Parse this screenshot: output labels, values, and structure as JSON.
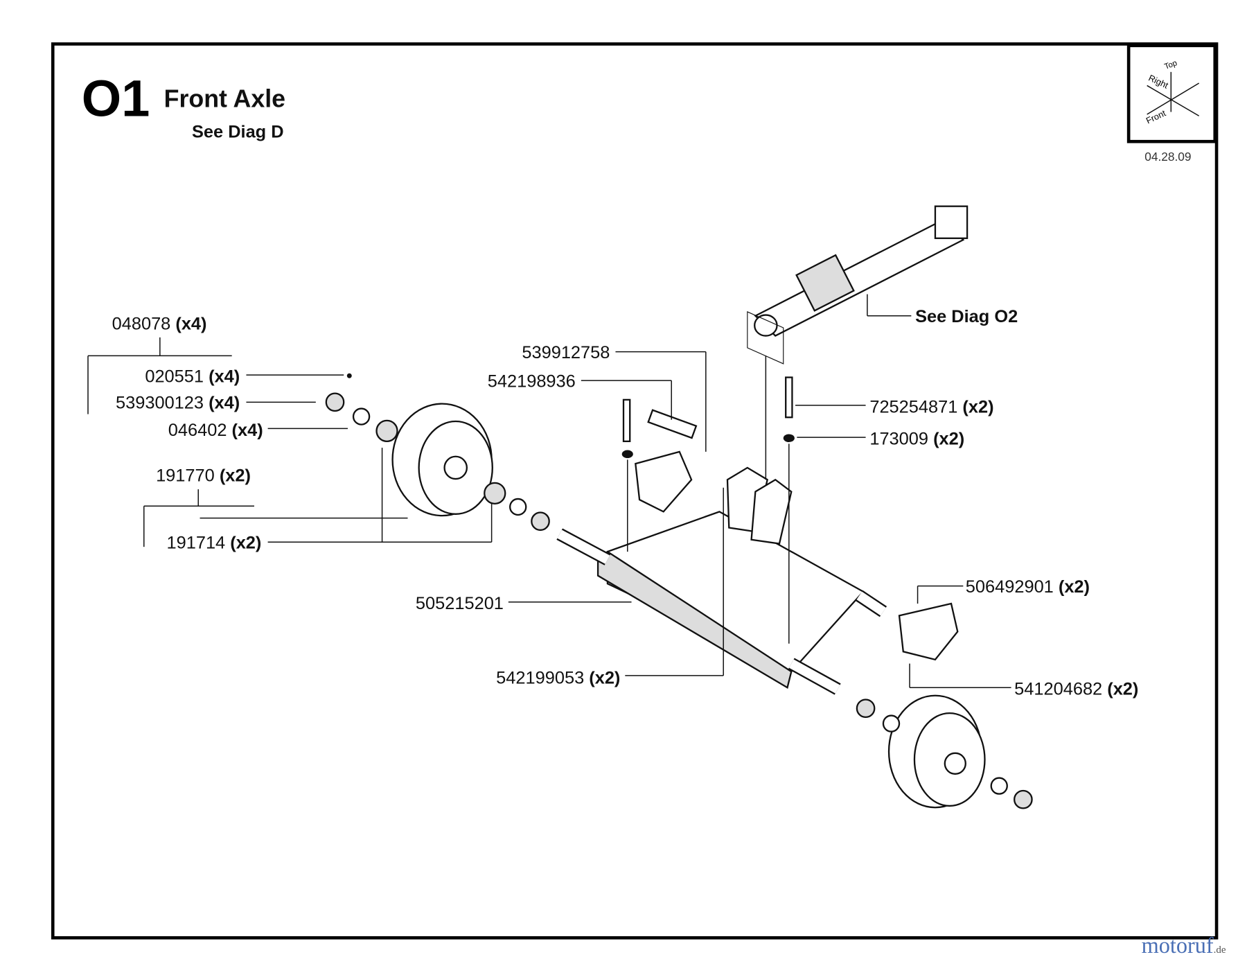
{
  "header": {
    "code": "O1",
    "title": "Front Axle",
    "subtitle": "See Diag D"
  },
  "orientation": {
    "top": "Top",
    "right": "Right",
    "front": "Front",
    "date": "04.28.09"
  },
  "watermark": {
    "text": "motoruf",
    "suffix": ".de"
  },
  "callouts": {
    "p048078": {
      "num": "048078",
      "qty": "(x4)"
    },
    "p020551": {
      "num": "020551",
      "qty": "(x4)"
    },
    "p539300123": {
      "num": "539300123",
      "qty": "(x4)"
    },
    "p046402": {
      "num": "046402",
      "qty": "(x4)"
    },
    "p191770": {
      "num": "191770",
      "qty": "(x2)"
    },
    "p191714": {
      "num": "191714",
      "qty": "(x2)"
    },
    "p505215201": {
      "num": "505215201"
    },
    "p542199053": {
      "num": "542199053",
      "qty": "(x2)"
    },
    "p539912758": {
      "num": "539912758"
    },
    "p542198936": {
      "num": "542198936"
    },
    "p725254871": {
      "num": "725254871",
      "qty": "(x2)"
    },
    "p173009": {
      "num": "173009",
      "qty": "(x2)"
    },
    "seeO2": {
      "text": "See Diag O2"
    },
    "p506492901": {
      "num": "506492901",
      "qty": "(x2)"
    },
    "p541204682": {
      "num": "541204682",
      "qty": "(x2)"
    }
  }
}
